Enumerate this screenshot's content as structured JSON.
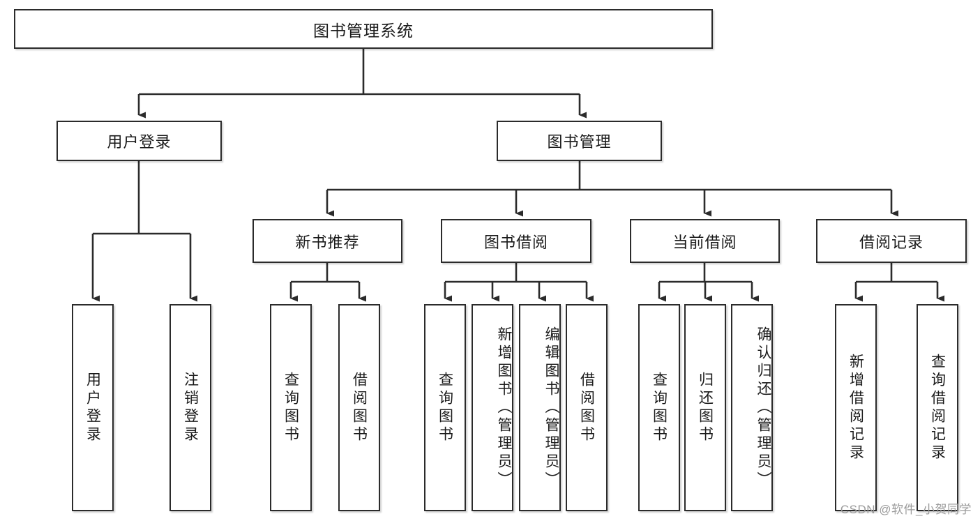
{
  "diagram": {
    "type": "hierarchy-tree",
    "title": "图书管理系统",
    "watermark": "CSDN @软件_小贺同学",
    "colors": {
      "background": "#ffffff",
      "box_border": "#2b2b2b",
      "box_fill": "#ffffff",
      "connector": "#2b2b2b",
      "text": "#1a1a1a",
      "watermark": "#9b9b9b"
    },
    "nodes": {
      "root": {
        "label": "图书管理系统"
      },
      "level2": [
        {
          "id": "user-login",
          "label": "用户登录"
        },
        {
          "id": "book-manage",
          "label": "图书管理"
        }
      ],
      "level3": [
        {
          "id": "new-book-recommend",
          "label": "新书推荐"
        },
        {
          "id": "book-borrow",
          "label": "图书借阅"
        },
        {
          "id": "current-borrow",
          "label": "当前借阅"
        },
        {
          "id": "borrow-record",
          "label": "借阅记录"
        }
      ],
      "leaves": {
        "user-login": [
          {
            "id": "login",
            "label": "用户登录"
          },
          {
            "id": "logout",
            "label": "注销登录"
          }
        ],
        "new-book-recommend": [
          {
            "id": "query-book-1",
            "label": "查询图书"
          },
          {
            "id": "borrow-book-1",
            "label": "借阅图书"
          }
        ],
        "book-borrow": [
          {
            "id": "query-book-2",
            "label": "查询图书"
          },
          {
            "id": "add-book",
            "label": "新增图书（管理员）"
          },
          {
            "id": "edit-book",
            "label": "编辑图书（管理员）"
          },
          {
            "id": "borrow-book-2",
            "label": "借阅图书"
          }
        ],
        "current-borrow": [
          {
            "id": "query-book-3",
            "label": "查询图书"
          },
          {
            "id": "return-book",
            "label": "归还图书"
          },
          {
            "id": "confirm-return",
            "label": "确认归还（管理员）"
          }
        ],
        "borrow-record": [
          {
            "id": "add-record",
            "label": "新增借阅记录"
          },
          {
            "id": "query-record",
            "label": "查询借阅记录"
          }
        ]
      }
    }
  }
}
